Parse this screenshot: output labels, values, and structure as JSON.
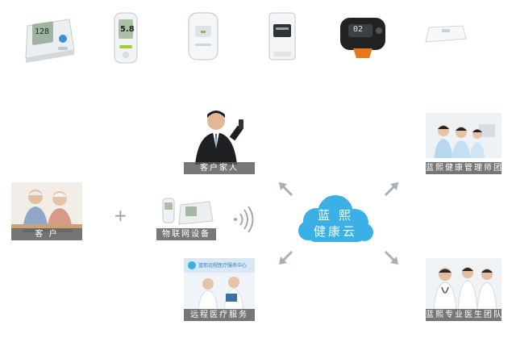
{
  "devices": [
    {
      "name": "blood-pressure-monitor",
      "display": "128"
    },
    {
      "name": "glucose-meter",
      "display": "5.8"
    },
    {
      "name": "white-handheld-device",
      "display": ""
    },
    {
      "name": "desk-monitor-device",
      "display": ""
    },
    {
      "name": "wrist-watch-device",
      "display": "02"
    },
    {
      "name": "body-scale",
      "display": ""
    }
  ],
  "nodes": {
    "family": {
      "label": "客户家人"
    },
    "health_team": {
      "label": "蓝熙健康管理师团队"
    },
    "client": {
      "label": "客 户"
    },
    "iot": {
      "label": "物联网设备"
    },
    "remote": {
      "label": "远程医疗服务"
    },
    "doctor_team": {
      "label": "蓝熙专业医生团队"
    }
  },
  "cloud": {
    "line1": "蓝 熙",
    "line2": "健康云",
    "color": "#3ab0e6"
  },
  "plus_sign": "+",
  "remote_sign_text": "蓝熙远程医疗服务中心",
  "colors": {
    "caption_bg": "#5a5a5a",
    "arrow": "#a8b0b8",
    "cloud": "#3ab0e6"
  }
}
